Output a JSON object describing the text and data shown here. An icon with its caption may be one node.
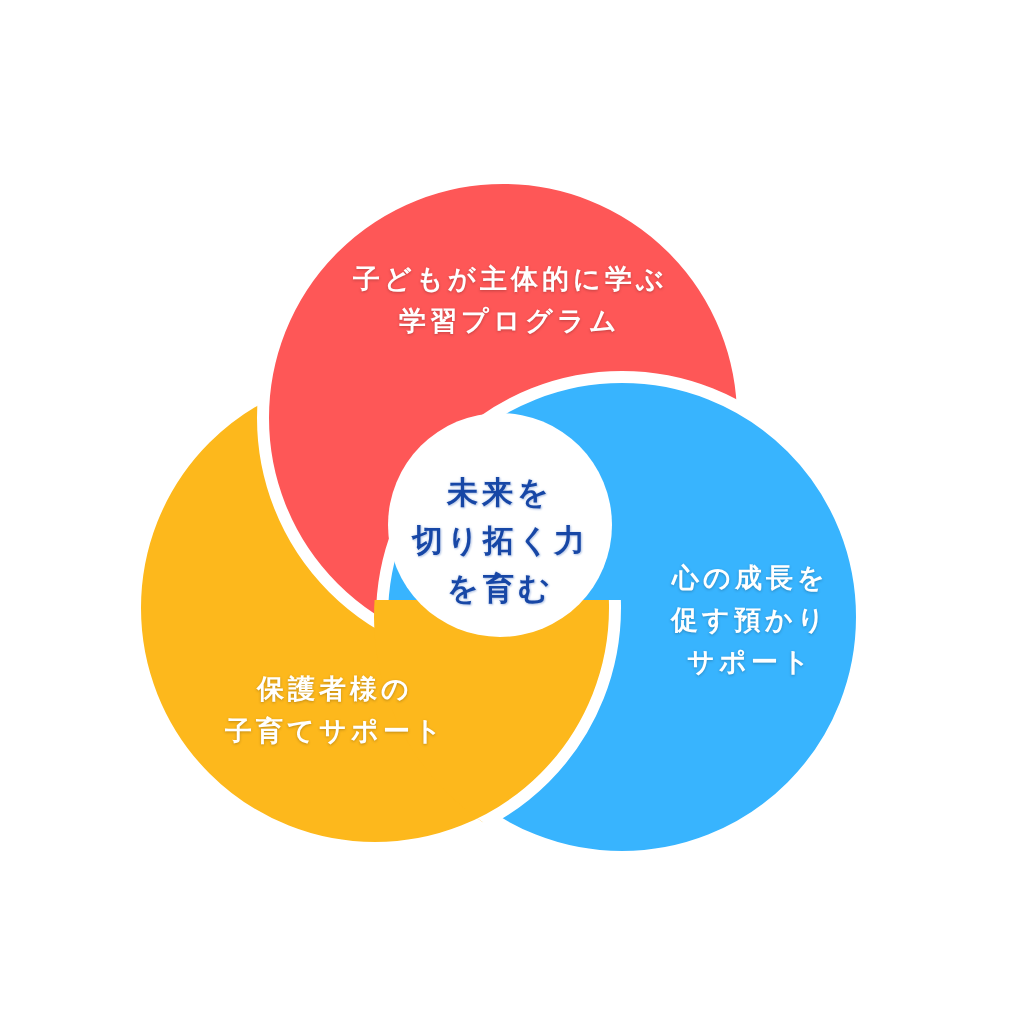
{
  "diagram": {
    "nodes": [
      {
        "text": [
          "子どもが主体的に学ぶ学習プログラム"
        ]
      },
      {
        "text": [
          "未来を切り拓く力を育む"
        ]
      },
      {
        "text": [
          "心の成長を促す預かりサポート"
        ]
      },
      {
        "text": [
          "保護者様の子育てサポート"
        ]
      }
    ]
  }
}
